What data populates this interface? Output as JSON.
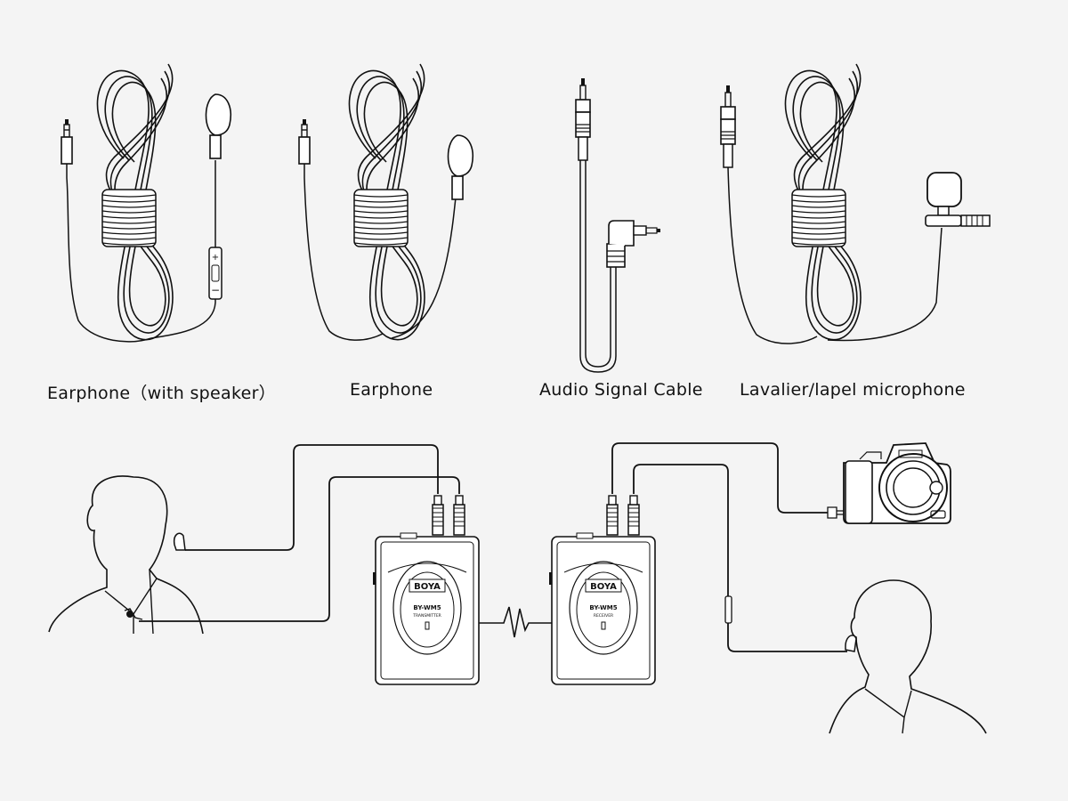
{
  "labels": {
    "earphone_speaker": "Earphone（with speaker）",
    "earphone": "Earphone",
    "audio_cable": "Audio Signal Cable",
    "lavalier": "Lavalier/lapel microphone"
  },
  "devices": {
    "transmitter": {
      "brand": "BOYA",
      "model": "BY-WM5",
      "role": "TRANSMITTER"
    },
    "receiver": {
      "brand": "BOYA",
      "model": "BY-WM5",
      "role": "RECEIVER"
    }
  },
  "colors": {
    "background": "#f4f4f4",
    "line": "#111111"
  },
  "icons": [
    "earphone-icon",
    "jack-plug-icon",
    "lavalier-mic-icon",
    "camera-icon",
    "person-silhouette-icon",
    "wireless-signal-icon"
  ]
}
